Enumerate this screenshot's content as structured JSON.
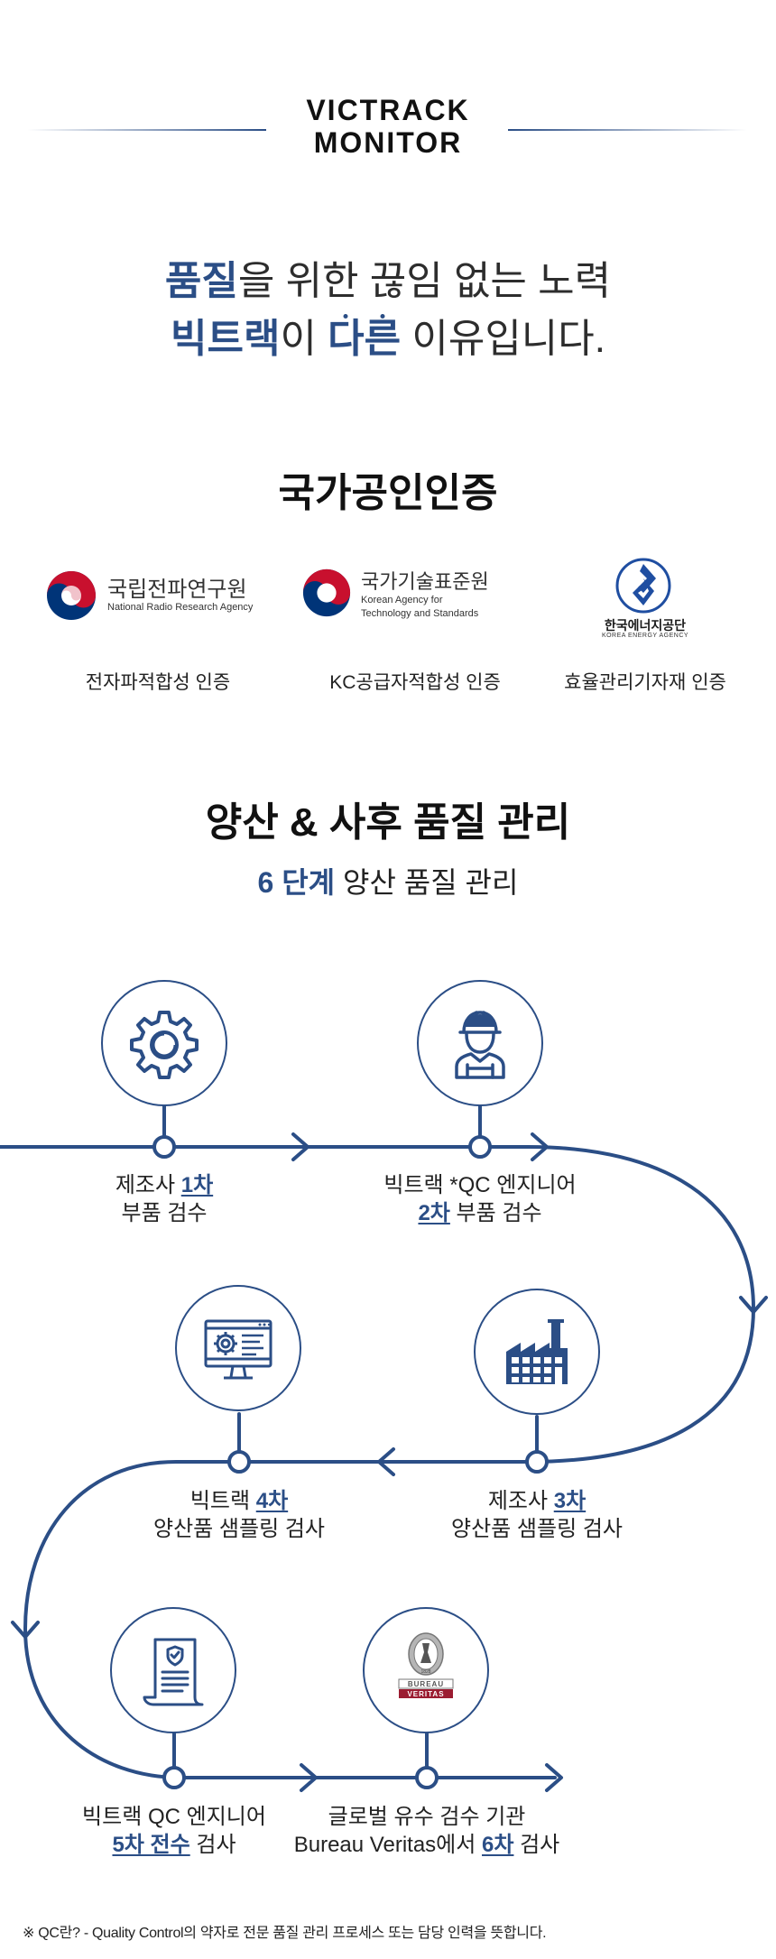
{
  "brand": {
    "line1": "VICTRACK",
    "line2": "MONITOR"
  },
  "tagline": {
    "l1_hl": "품질",
    "l1_rest": "을 위한 끊임 없는 노력",
    "l2_hl1": "빅트랙",
    "l2_mid": "이 ",
    "l2_hl2a": "다",
    "l2_hl2b": "른",
    "l2_rest": " 이유입니다."
  },
  "certifications": {
    "title": "국가공인인증",
    "items": [
      {
        "org_ko": "국립전파연구원",
        "org_en": "National Radio Research Agency",
        "caption": "전자파적합성 인증"
      },
      {
        "org_ko": "국가기술표준원",
        "org_en1": "Korean Agency for",
        "org_en2": "Technology and Standards",
        "caption": "KC공급자적합성 인증"
      },
      {
        "org_ko": "한국에너지공단",
        "org_en": "KOREA ENERGY AGENCY",
        "caption": "효율관리기자재 인증"
      }
    ]
  },
  "qc": {
    "title": "양산 & 사후 품질 관리",
    "sub_hl": "6 단계",
    "sub_rest": " 양산 품질 관리",
    "steps": [
      {
        "pre": "제조사 ",
        "hl": "1차",
        "post": "",
        "line2": "부품 검수",
        "icon": "gear-icon"
      },
      {
        "line1": "빅트랙 *QC 엔지니어",
        "hl": "2차",
        "post": " 부품 검수",
        "icon": "engineer-icon"
      },
      {
        "pre": "제조사 ",
        "hl": "3차",
        "line2": "양산품 샘플링 검사",
        "icon": "factory-icon"
      },
      {
        "pre": "빅트랙 ",
        "hl": "4차",
        "line2": "양산품 샘플링 검사",
        "icon": "monitor-gear-icon"
      },
      {
        "line1": "빅트랙 QC 엔지니어",
        "hl": "5차 전수",
        "post": " 검사",
        "icon": "document-shield-icon"
      },
      {
        "line1": "글로벌 유수 검수 기관",
        "pre2": "Bureau Veritas에서 ",
        "hl": "6차",
        "post": " 검사",
        "icon": "bureau-veritas-logo",
        "logo_text1": "BUREAU",
        "logo_text2": "VERITAS",
        "logo_year": "1828"
      }
    ]
  },
  "footnote": "※ QC란? - Quality Control의 약자로 전문 품질 관리 프로세스 또는 담당 인력을 뜻합니다.",
  "colors": {
    "accent": "#2b4e86",
    "text": "#222222",
    "kr_red": "#c8102e",
    "kr_blue": "#003478"
  }
}
